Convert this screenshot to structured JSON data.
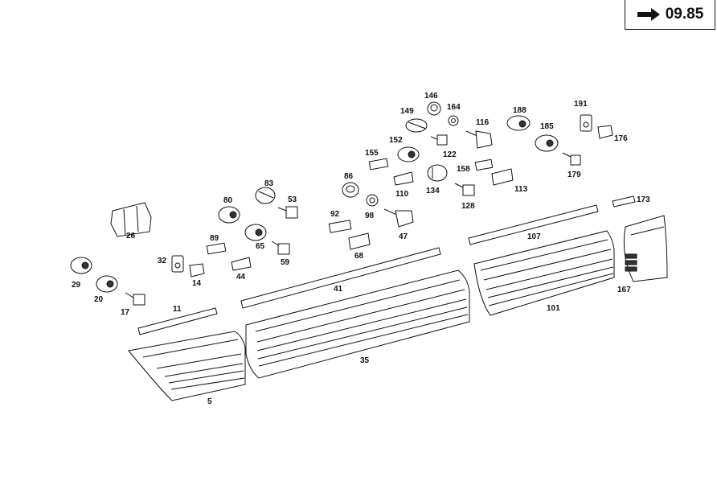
{
  "badge": {
    "text": "09.85",
    "icon": "arrow-right-icon"
  },
  "callouts": [
    {
      "id": "c146",
      "text": "146"
    },
    {
      "id": "c164",
      "text": "164"
    },
    {
      "id": "c149",
      "text": "149"
    },
    {
      "id": "c116",
      "text": "116"
    },
    {
      "id": "c188",
      "text": "188"
    },
    {
      "id": "c191",
      "text": "191"
    },
    {
      "id": "c152",
      "text": "152"
    },
    {
      "id": "c122",
      "text": "122"
    },
    {
      "id": "c185",
      "text": "185"
    },
    {
      "id": "c176",
      "text": "176"
    },
    {
      "id": "c155",
      "text": "155"
    },
    {
      "id": "c158",
      "text": "158"
    },
    {
      "id": "c179",
      "text": "179"
    },
    {
      "id": "c83",
      "text": "83"
    },
    {
      "id": "c86",
      "text": "86"
    },
    {
      "id": "c110",
      "text": "110"
    },
    {
      "id": "c134",
      "text": "134"
    },
    {
      "id": "c113",
      "text": "113"
    },
    {
      "id": "c80",
      "text": "80"
    },
    {
      "id": "c53",
      "text": "53"
    },
    {
      "id": "c98",
      "text": "98"
    },
    {
      "id": "c128",
      "text": "128"
    },
    {
      "id": "c173",
      "text": "173"
    },
    {
      "id": "c92",
      "text": "92"
    },
    {
      "id": "c26",
      "text": "26"
    },
    {
      "id": "c47",
      "text": "47"
    },
    {
      "id": "c107",
      "text": "107"
    },
    {
      "id": "c89",
      "text": "89"
    },
    {
      "id": "c65",
      "text": "65"
    },
    {
      "id": "c32",
      "text": "32"
    },
    {
      "id": "c68",
      "text": "68"
    },
    {
      "id": "c59",
      "text": "59"
    },
    {
      "id": "c44",
      "text": "44"
    },
    {
      "id": "c14",
      "text": "14"
    },
    {
      "id": "c29",
      "text": "29"
    },
    {
      "id": "c41",
      "text": "41"
    },
    {
      "id": "c167",
      "text": "167"
    },
    {
      "id": "c20",
      "text": "20"
    },
    {
      "id": "c101",
      "text": "101"
    },
    {
      "id": "c17",
      "text": "17"
    },
    {
      "id": "c11",
      "text": "11"
    },
    {
      "id": "c35",
      "text": "35"
    },
    {
      "id": "c5",
      "text": "5"
    }
  ]
}
